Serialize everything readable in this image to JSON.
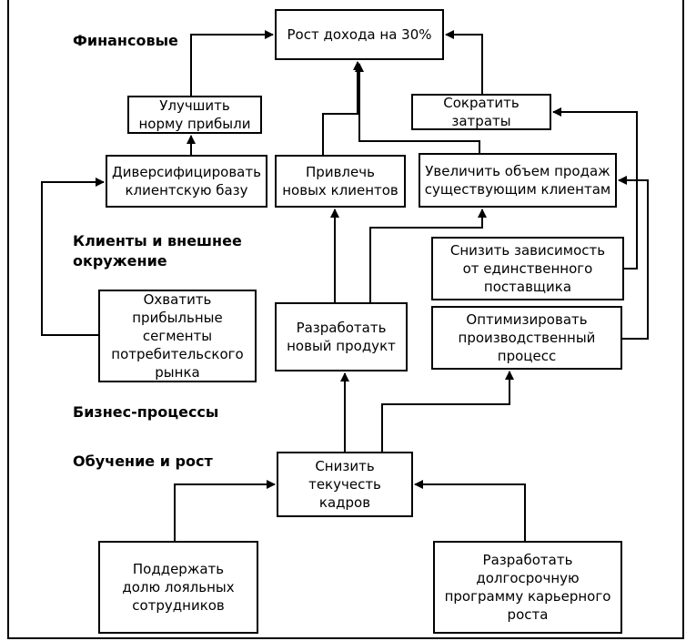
{
  "sections": {
    "financial": "Финансовые",
    "customers": "Клиенты и внешнее\nокружение",
    "processes": "Бизнес-процессы",
    "learning": "Обучение и рост"
  },
  "nodes": {
    "income_growth": "Рост дохода на 30%",
    "improve_margin": "Улучшить\nнорму прибыли",
    "cut_costs": "Сократить затраты",
    "diversify_clients": "Диверсифицировать\nклиентскую базу",
    "attract_new_clients": "Привлечь\nновых клиентов",
    "increase_sales_existing": "Увеличить объем продаж\nсуществующим клиентам",
    "reduce_supplier_dependency": "Снизить зависимость\nот единственного\nпоставщика",
    "cover_profitable_segments": "Охватить\nприбыльные сегменты\nпотребительского\nрынка",
    "develop_new_product": "Разработать\nновый продукт",
    "optimize_production": "Оптимизировать\nпроизводственный\nпроцесс",
    "reduce_turnover": "Снизить\nтекучесть кадров",
    "keep_loyal_staff": "Поддержать\nдолю лояльных\nсотрудников",
    "career_program": "Разработать\nдолгосрочную\nпрограмму карьерного\nроста"
  },
  "edges": [
    [
      "improve_margin",
      "income_growth"
    ],
    [
      "cut_costs",
      "income_growth"
    ],
    [
      "attract_new_clients",
      "income_growth"
    ],
    [
      "increase_sales_existing",
      "income_growth"
    ],
    [
      "diversify_clients",
      "improve_margin"
    ],
    [
      "cover_profitable_segments",
      "diversify_clients"
    ],
    [
      "develop_new_product",
      "attract_new_clients"
    ],
    [
      "develop_new_product",
      "increase_sales_existing"
    ],
    [
      "reduce_supplier_dependency",
      "cut_costs"
    ],
    [
      "optimize_production",
      "cut_costs"
    ],
    [
      "reduce_turnover",
      "develop_new_product"
    ],
    [
      "reduce_turnover",
      "optimize_production"
    ],
    [
      "keep_loyal_staff",
      "reduce_turnover"
    ],
    [
      "career_program",
      "reduce_turnover"
    ]
  ],
  "colors": {
    "line": "#000000",
    "background": "#ffffff"
  }
}
